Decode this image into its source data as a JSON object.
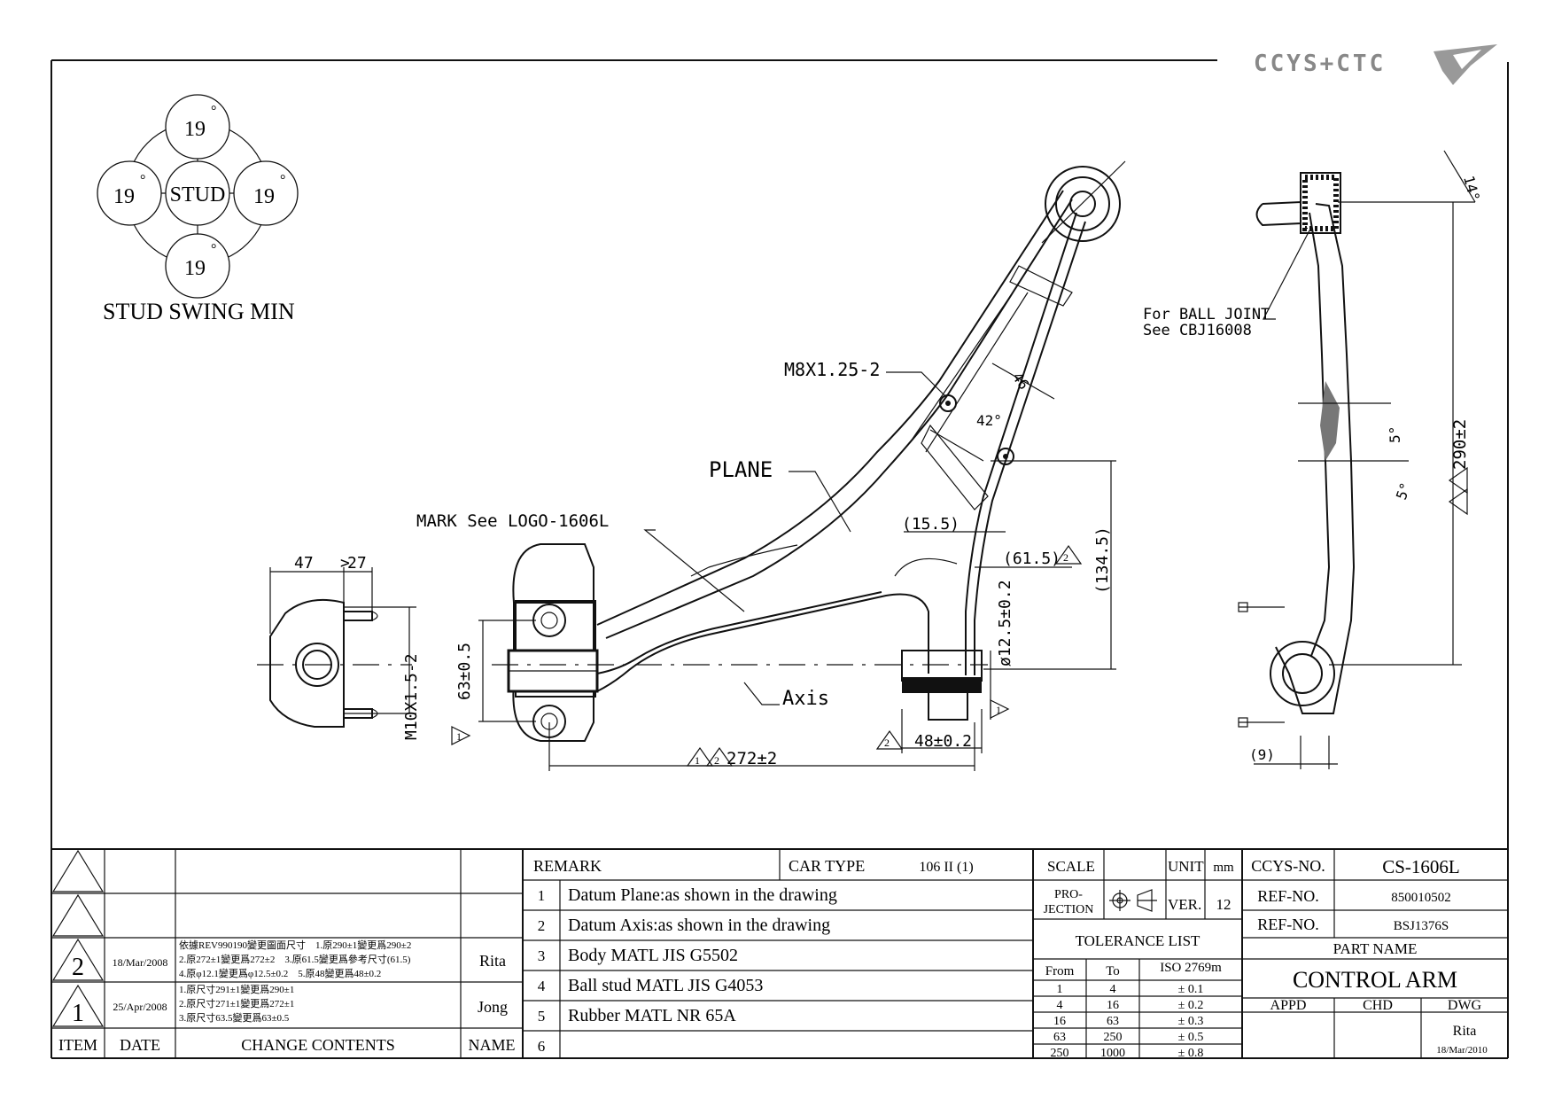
{
  "brand": {
    "logo_text": "CCYS+CTC"
  },
  "stud_swing": {
    "center": "STUD",
    "angles": [
      "19",
      "19",
      "19",
      "19"
    ],
    "degree": "°",
    "caption": "STUD SWING MIN"
  },
  "callouts": {
    "bolt": "M8X1.25-2",
    "plane": "PLANE",
    "mark": "MARK See LOGO-1606L",
    "axis": "Axis",
    "ball_joint_1": "For BALL JOINT",
    "ball_joint_2": "See CBJ16008",
    "thread": "M10X1.5-2"
  },
  "dimensions": {
    "d47": "47",
    "d27": "27",
    "d63": "63±0.5",
    "d272": "272±2",
    "d48": "48±0.2",
    "d125": "ø12.5±0.2",
    "d155": "(15.5)",
    "d615": "(61.5)",
    "d1345": "(134.5)",
    "d46": "46",
    "d42": "42°",
    "d14": "14°",
    "d290": "290±2",
    "d5a": "5°",
    "d5b": "5°",
    "d9": "(9)",
    "rev1": "1",
    "rev2": "2"
  },
  "revisions": {
    "headers": {
      "item": "ITEM",
      "date": "DATE",
      "change": "CHANGE CONTENTS",
      "name": "NAME"
    },
    "rows": [
      {
        "item": "2",
        "date": "18/Mar/2008",
        "lines": [
          "依據REV990190變更圖面尺寸　1.原290±1變更爲290±2",
          "2.原272±1變更爲272±2　3.原61.5變更爲參考尺寸(61.5)",
          "4.原φ12.1變更爲φ12.5±0.2　5.原48變更爲48±0.2"
        ],
        "name": "Rita"
      },
      {
        "item": "1",
        "date": "25/Apr/2008",
        "lines": [
          "1.原尺寸291±1變更爲290±1",
          "2.原尺寸271±1變更爲272±1",
          "3.原尺寸63.5變更爲63±0.5"
        ],
        "name": "Jong"
      }
    ]
  },
  "remarks": {
    "header": "REMARK",
    "car_type_label": "CAR TYPE",
    "car_type_value": "106 II (1)",
    "rows": [
      {
        "no": "1",
        "text": "Datum Plane:as shown in the drawing"
      },
      {
        "no": "2",
        "text": "Datum Axis:as shown in the drawing"
      },
      {
        "no": "3",
        "text": "Body MATL JIS G5502"
      },
      {
        "no": "4",
        "text": "Ball stud MATL JIS G4053"
      },
      {
        "no": "5",
        "text": "Rubber MATL NR 65A"
      },
      {
        "no": "6",
        "text": ""
      }
    ]
  },
  "specs": {
    "scale_label": "SCALE",
    "scale_value": "",
    "unit_label": "UNIT",
    "unit_value": "mm",
    "projection_label_1": "PRO-",
    "projection_label_2": "JECTION",
    "ver_label": "VER.",
    "ver_value": "12",
    "tolerance_title": "TOLERANCE LIST",
    "tol_headers": {
      "from": "From",
      "to": "To",
      "iso": "ISO 2769m"
    },
    "tol_rows": [
      {
        "from": "1",
        "to": "4",
        "tol": "± 0.1"
      },
      {
        "from": "4",
        "to": "16",
        "tol": "± 0.2"
      },
      {
        "from": "16",
        "to": "63",
        "tol": "± 0.3"
      },
      {
        "from": "63",
        "to": "250",
        "tol": "± 0.5"
      },
      {
        "from": "250",
        "to": "1000",
        "tol": "± 0.8"
      }
    ]
  },
  "title_block": {
    "ccys_no_label": "CCYS-NO.",
    "ccys_no_value": "CS-1606L",
    "ref1_label": "REF-NO.",
    "ref1_value": "850010502",
    "ref2_label": "REF-NO.",
    "ref2_value": "BSJ1376S",
    "part_name_label": "PART NAME",
    "part_name": "CONTROL ARM",
    "appd_label": "APPD",
    "chd_label": "CHD",
    "dwg_label": "DWG",
    "dwg_name": "Rita",
    "dwg_date": "18/Mar/2010"
  }
}
